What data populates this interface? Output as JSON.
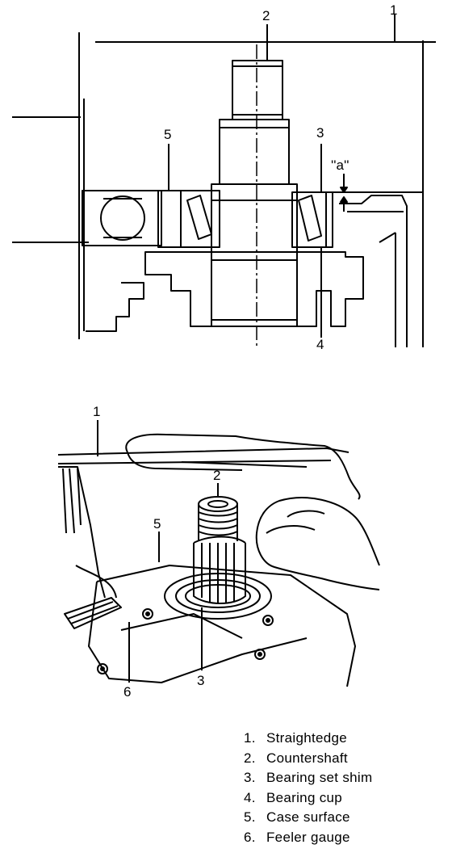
{
  "top_figure": {
    "callouts": {
      "c1": "1",
      "c2": "2",
      "c3": "3",
      "c4": "4",
      "c5": "5"
    },
    "dimension_label": "''a''"
  },
  "bottom_figure": {
    "callouts": {
      "c1": "1",
      "c2": "2",
      "c3": "3",
      "c5": "5",
      "c6": "6"
    }
  },
  "legend": [
    {
      "num": "1.",
      "label": "Straightedge"
    },
    {
      "num": "2.",
      "label": "Countershaft"
    },
    {
      "num": "3.",
      "label": "Bearing set shim"
    },
    {
      "num": "4.",
      "label": "Bearing cup"
    },
    {
      "num": "5.",
      "label": "Case surface"
    },
    {
      "num": "6.",
      "label": "Feeler gauge"
    }
  ]
}
